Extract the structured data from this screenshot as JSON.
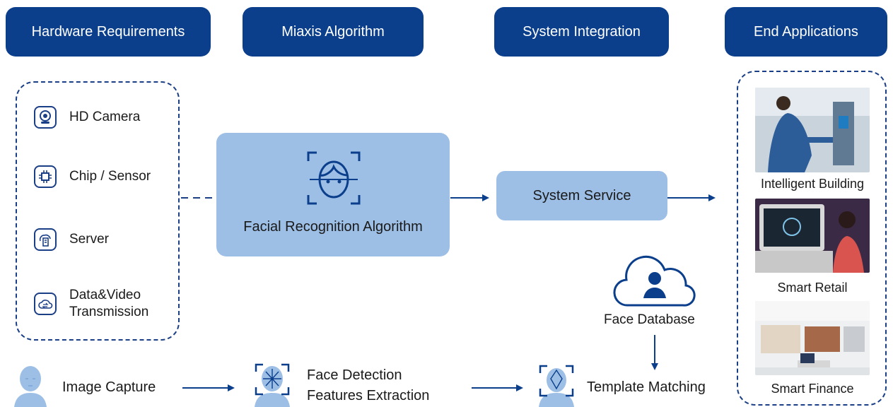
{
  "headers": {
    "hardware": "Hardware Requirements",
    "algorithm": "Miaxis Algorithm",
    "integration": "System Integration",
    "applications": "End Applications"
  },
  "hardware_items": [
    {
      "label": "HD Camera",
      "icon": "camera-icon"
    },
    {
      "label": "Chip / Sensor",
      "icon": "chip-icon"
    },
    {
      "label": "Server",
      "icon": "server-icon"
    },
    {
      "label": "Data&Video\nTransmission",
      "icon": "cloud-transfer-icon"
    }
  ],
  "algorithm_label": "Facial Recognition Algorithm",
  "service_label": "System Service",
  "database_label": "Face Database",
  "pipeline": {
    "step1": "Image Capture",
    "step2_line1": "Face Detection",
    "step2_line2": "Features Extraction",
    "step3": "Template Matching"
  },
  "applications": [
    {
      "label": "Intelligent Building"
    },
    {
      "label": "Smart Retail"
    },
    {
      "label": "Smart Finance"
    }
  ],
  "colors": {
    "navy": "#0b3f8c",
    "light_blue": "#9dbfe6",
    "line": "#1b3f86"
  }
}
